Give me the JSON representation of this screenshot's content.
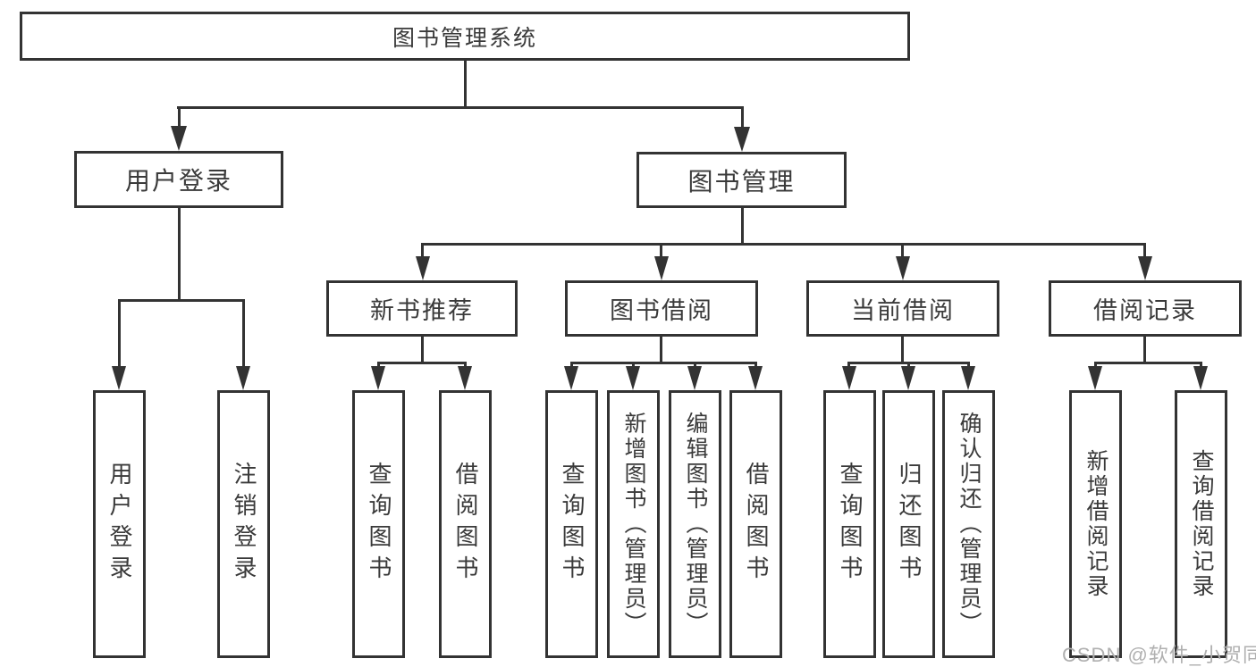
{
  "diagram": {
    "title": "图书管理系统",
    "nodes": {
      "root": "图书管理系统",
      "user_login": "用户登录",
      "book_mgmt": "图书管理",
      "new_book_rec": "新书推荐",
      "book_borrow": "图书借阅",
      "current_borrow": "当前借阅",
      "borrow_records": "借阅记录"
    },
    "leaves": [
      {
        "parent": "用户登录",
        "label": "用户登录"
      },
      {
        "parent": "用户登录",
        "label": "注销登录"
      },
      {
        "parent": "新书推荐",
        "label": "查询图书"
      },
      {
        "parent": "新书推荐",
        "label": "借阅图书"
      },
      {
        "parent": "图书借阅",
        "label": "查询图书"
      },
      {
        "parent": "图书借阅",
        "label": "新增图书（管理员）"
      },
      {
        "parent": "图书借阅",
        "label": "编辑图书（管理员）"
      },
      {
        "parent": "图书借阅",
        "label": "借阅图书"
      },
      {
        "parent": "当前借阅",
        "label": "查询图书"
      },
      {
        "parent": "当前借阅",
        "label": "归还图书"
      },
      {
        "parent": "当前借阅",
        "label": "确认归还（管理员）"
      },
      {
        "parent": "借阅记录",
        "label": "新增借阅记录"
      },
      {
        "parent": "借阅记录",
        "label": "查询借阅记录"
      }
    ],
    "colors": {
      "line": "#333333",
      "text": "#3a3a3a",
      "background": "#ffffff",
      "watermark_text": "#b0b0b0"
    }
  },
  "watermark": {
    "text": "CSDN @软件_小贺同学"
  }
}
